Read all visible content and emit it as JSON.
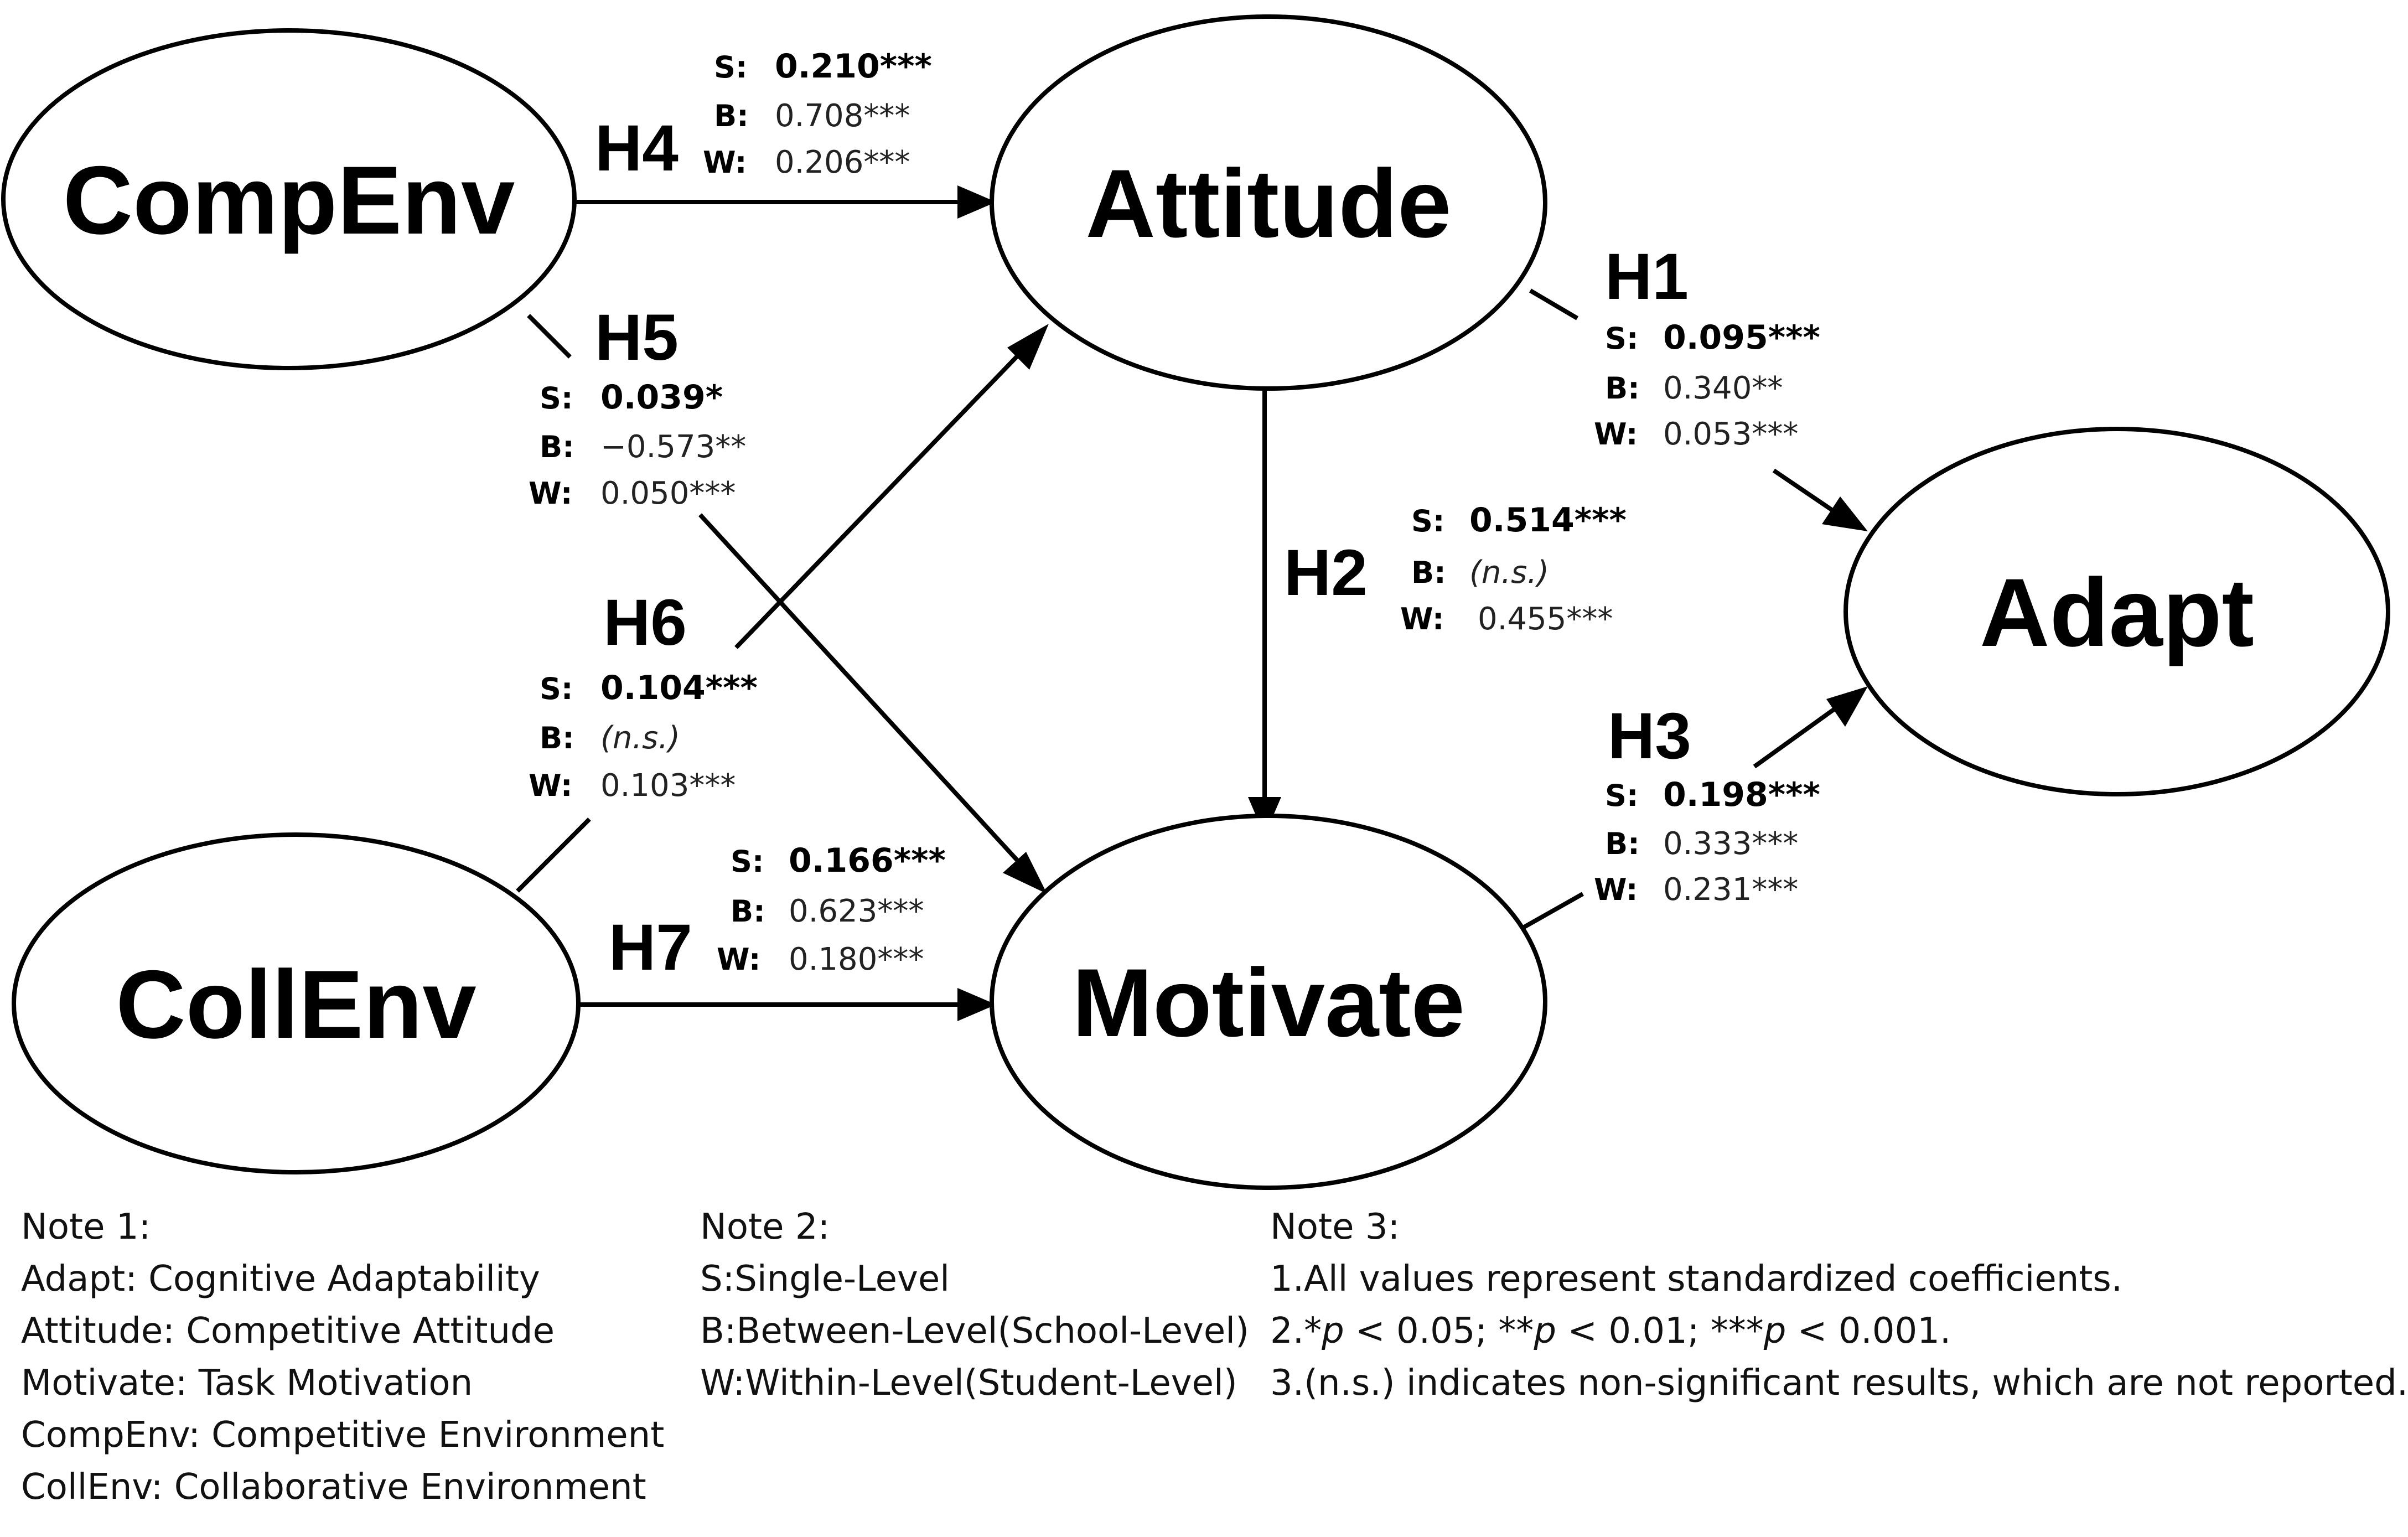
{
  "nodes": {
    "compenv": "CompEnv",
    "attitude": "Attitude",
    "adapt": "Adapt",
    "collenv": "CollEnv",
    "motivate": "Motivate"
  },
  "paths": {
    "h4": {
      "label": "H4",
      "s": "0.210***",
      "b": "0.708***",
      "w": "0.206***"
    },
    "h5": {
      "label": "H5",
      "s": "0.039*",
      "b": "−0.573**",
      "w": "0.050***"
    },
    "h6": {
      "label": "H6",
      "s": "0.104***",
      "b": "(n.s.)",
      "w": "0.103***"
    },
    "h7": {
      "label": "H7",
      "s": "0.166***",
      "b": "0.623***",
      "w": "0.180***"
    },
    "h1": {
      "label": "H1",
      "s": "0.095***",
      "b": "0.340**",
      "w": "0.053***"
    },
    "h2": {
      "label": "H2",
      "s": "0.514***",
      "b": "(n.s.)",
      "w": "0.455***"
    },
    "h3": {
      "label": "H3",
      "s": "0.198***",
      "b": "0.333***",
      "w": "0.231***"
    }
  },
  "keys": {
    "s": "S:",
    "b": "B:",
    "w": "W:"
  },
  "notes": {
    "note1": {
      "title": "Note 1:",
      "lines": [
        "Adapt: Cognitive Adaptability",
        "Attitude: Competitive Attitude",
        "Motivate: Task Motivation",
        "CompEnv: Competitive Environment",
        "CollEnv: Collaborative Environment"
      ]
    },
    "note2": {
      "title": "Note 2:",
      "lines": [
        "S:Single-Level",
        "B:Between-Level(School-Level)",
        "W:Within-Level(Student-Level)"
      ]
    },
    "note3": {
      "title": "Note 3:",
      "line1": "1.All values represent standardized coefficients.",
      "line2": {
        "prefix": "2.*",
        "p1": "p",
        "t1": " < 0.05; **",
        "p2": "p",
        "t2": " < 0.01; ***",
        "p3": "p",
        "t3": " < 0.001."
      },
      "line3": "3.(n.s.) indicates non-significant results, which are not reported."
    }
  }
}
